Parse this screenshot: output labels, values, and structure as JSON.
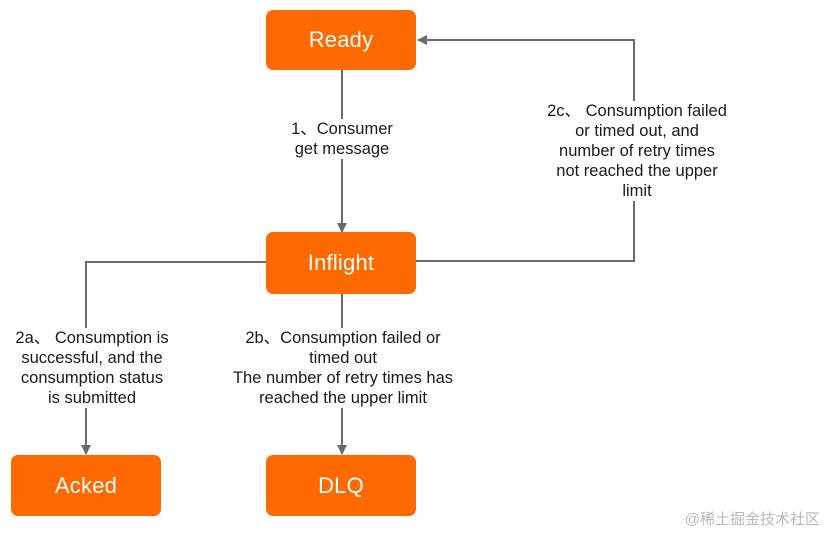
{
  "colors": {
    "node_fill": "#ff6a00",
    "node_text": "#ffffff",
    "edge": "#6b6b6b",
    "label_text": "#1a1a1a"
  },
  "nodes": {
    "ready": "Ready",
    "inflight": "Inflight",
    "acked": "Acked",
    "dlq": "DLQ"
  },
  "edges": {
    "get_message": [
      "1、Consumer",
      "get message"
    ],
    "retry": [
      "2c、 Consumption failed",
      "or timed out, and",
      "number of retry times",
      "not reached the upper",
      "limit"
    ],
    "acked": [
      "2a、 Consumption is",
      "successful, and the",
      "consumption status",
      "is submitted"
    ],
    "dlq": [
      "2b、Consumption failed or",
      "timed out",
      "The number of retry times has",
      "reached the upper limit"
    ]
  },
  "watermark": "@稀土掘金技术社区"
}
